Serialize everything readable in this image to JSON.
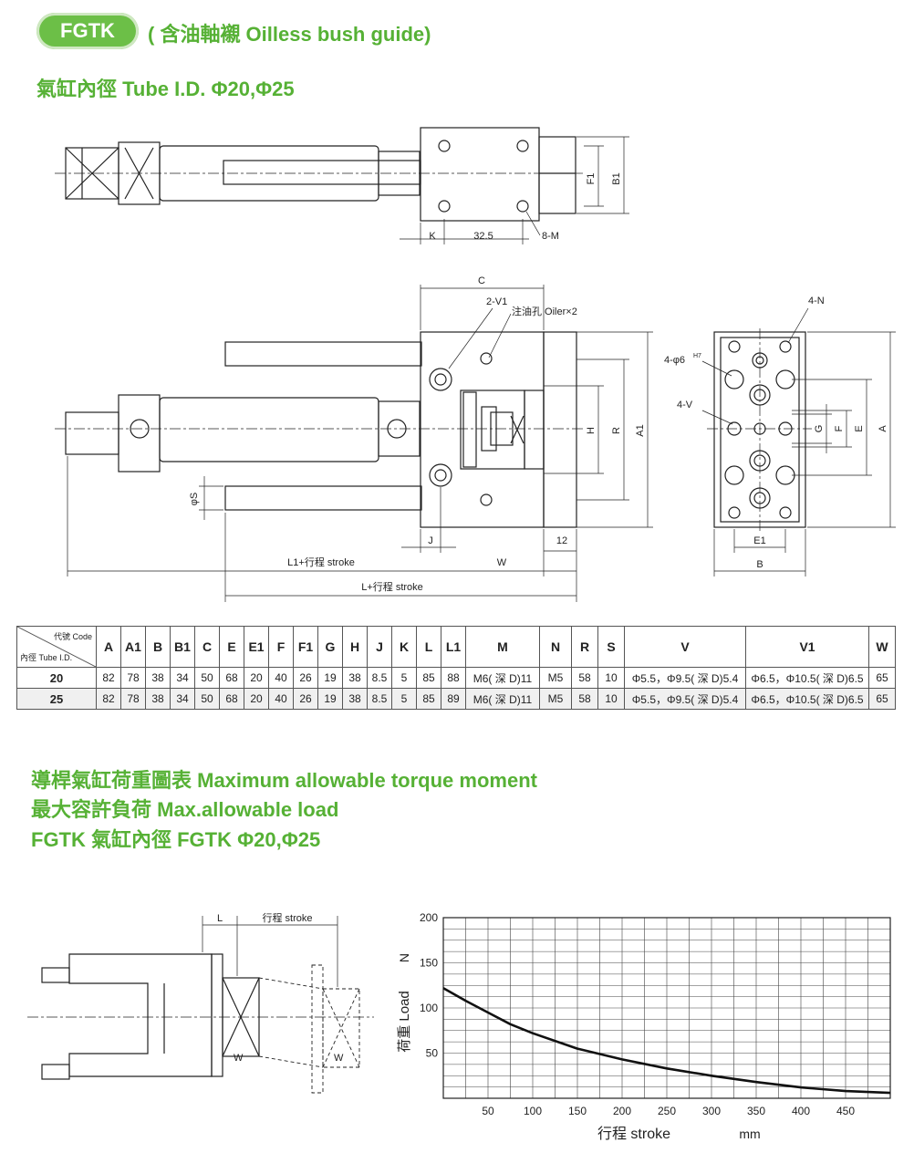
{
  "header": {
    "badge": "FGTK",
    "subtitle": "( 含油軸襯 Oilless bush guide)",
    "tube_title": "氣缸內徑 Tube I.D. Φ20,Φ25"
  },
  "drawing": {
    "top_view": {
      "dim_k": "K",
      "dim_32_5": "32.5",
      "dim_8m": "8-M",
      "dim_f1": "F1",
      "dim_b1": "B1"
    },
    "side_view": {
      "dim_c": "C",
      "dim_2v1": "2-V1",
      "oiler": "注油孔 Oiler×2",
      "dim_h": "H",
      "dim_r": "R",
      "dim_a1": "A1",
      "dim_phis": "φS",
      "dim_j": "J",
      "dim_12": "12",
      "dim_w": "W",
      "dim_l1_stroke": "L1+行程 stroke",
      "dim_l_stroke": "L+行程 stroke"
    },
    "end_view": {
      "dim_4n": "4-N",
      "dim_4phi6": "4-φ6",
      "dim_h7": "H7",
      "dim_4v": "4-V",
      "dim_g": "G",
      "dim_f": "F",
      "dim_e": "E",
      "dim_a": "A",
      "dim_e1": "E1",
      "dim_b": "B"
    }
  },
  "spec_table": {
    "corner_top": "代號 Code",
    "corner_bottom": "內徑 Tube I.D.",
    "columns": [
      "A",
      "A1",
      "B",
      "B1",
      "C",
      "E",
      "E1",
      "F",
      "F1",
      "G",
      "H",
      "J",
      "K",
      "L",
      "L1",
      "M",
      "N",
      "R",
      "S",
      "V",
      "V1",
      "W"
    ],
    "rows": [
      {
        "id": "20",
        "cells": [
          "82",
          "78",
          "38",
          "34",
          "50",
          "68",
          "20",
          "40",
          "26",
          "19",
          "38",
          "8.5",
          "5",
          "85",
          "88",
          "M6( 深 D)11",
          "M5",
          "58",
          "10",
          "Φ5.5，Φ9.5( 深 D)5.4",
          "Φ6.5，Φ10.5( 深 D)6.5",
          "65"
        ]
      },
      {
        "id": "25",
        "cells": [
          "82",
          "78",
          "38",
          "34",
          "50",
          "68",
          "20",
          "40",
          "26",
          "19",
          "38",
          "8.5",
          "5",
          "85",
          "89",
          "M6( 深 D)11",
          "M5",
          "58",
          "10",
          "Φ5.5，Φ9.5( 深 D)5.4",
          "Φ6.5，Φ10.5( 深 D)6.5",
          "65"
        ]
      }
    ]
  },
  "section2": {
    "line1": "導桿氣缸荷重圖表 Maximum allowable torque moment",
    "line2": "最大容許負荷 Max.allowable load",
    "line3": "FGTK 氣缸內徑 FGTK Φ20,Φ25"
  },
  "moment_diagram": {
    "dim_l": "L",
    "dim_stroke": "行程 stroke",
    "label_w1": "W",
    "label_w2": "W"
  },
  "chart_data": {
    "type": "line",
    "x": [
      0,
      25,
      50,
      75,
      100,
      150,
      200,
      250,
      300,
      350,
      400,
      450,
      500
    ],
    "series": [
      {
        "values": [
          122,
          108,
          95,
          82,
          72,
          55,
          43,
          33,
          25,
          18,
          12,
          8,
          6
        ]
      }
    ],
    "xlabel": "行程 stroke",
    "xunit": "mm",
    "ylabel": "荷重 Load",
    "yunit": "N",
    "xlim": [
      0,
      500
    ],
    "ylim": [
      0,
      200
    ],
    "xticks": [
      50,
      100,
      150,
      200,
      250,
      300,
      350,
      400,
      450
    ],
    "yticks": [
      50,
      100,
      150,
      200
    ],
    "grid": true,
    "line_color": "#111111"
  }
}
